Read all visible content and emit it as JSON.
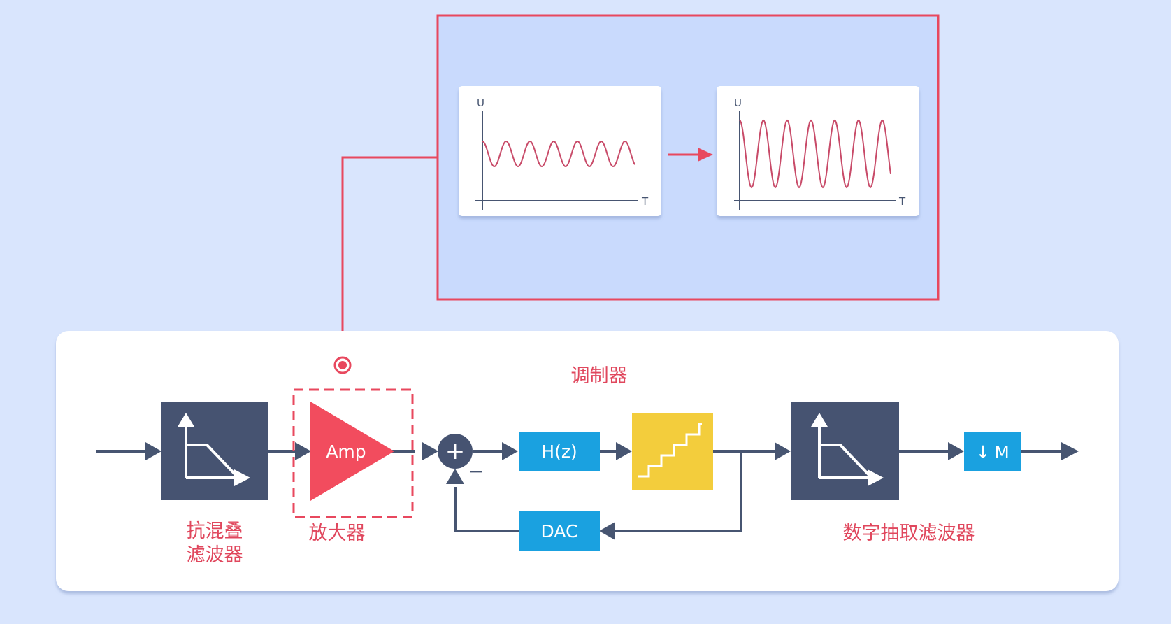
{
  "zoom_panel": {
    "input_plot": {
      "y_axis_label": "U",
      "x_axis_label": "T"
    },
    "output_plot": {
      "y_axis_label": "U",
      "x_axis_label": "T"
    }
  },
  "diagram": {
    "anti_alias_filter_label_line1": "抗混叠",
    "anti_alias_filter_label_line2": "滤波器",
    "amplifier_text": "Amp",
    "amplifier_label": "放大器",
    "summer_symbol": "+",
    "feedback_sign": "−",
    "loop_filter_text": "H(z)",
    "dac_text": "DAC",
    "modulator_label": "调制器",
    "decimator_text": "M",
    "decimator_arrow_glyph": "↓",
    "digital_filter_label": "数字抽取滤波器"
  },
  "colors": {
    "background": "#d9e5fd",
    "panel_fill": "#c9dafd",
    "highlight_red": "#e8485e",
    "label_red": "#e0475d",
    "filter_block": "#465371",
    "blue_block": "#1aa1e0",
    "quantizer_yellow": "#f3cd3c",
    "wire": "#475571",
    "wave": "#c84a68"
  }
}
